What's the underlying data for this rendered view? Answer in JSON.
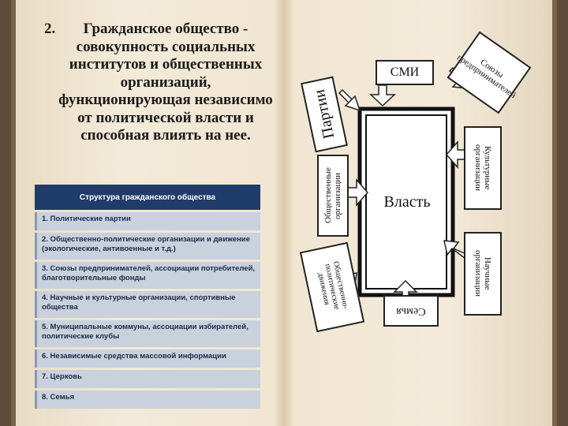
{
  "heading": {
    "number": "2.",
    "text": "Гражданское общество - совокупность социальных институтов и общественных организаций, функционирующая независимо от политической власти и способная влиять на нее."
  },
  "table": {
    "title": "Структура гражданского общества",
    "rows": [
      "1. Политические партии",
      "2. Общественно-политические организации и движение (экологические, антивоенные и т.д.)",
      "3. Союзы предпринимателей, ассоциации потребителей, благотворительные фонды",
      "4. Научные и культурные организации, спортивные общества",
      "5. Муниципальные коммуны, ассоциации избирателей, политические клубы",
      "6. Независимые средства массовой информации",
      "7. Церковь",
      "8. Семья"
    ]
  },
  "diagram": {
    "center": "Власть",
    "smi": "СМИ",
    "parties": "Партии",
    "unions": "Союзы предпринимателей",
    "culture": "Культурные организации",
    "science": "Научные организации",
    "family": "Семья",
    "public_orgs": "Общественные организации",
    "movements": "Общественно-политические движения"
  },
  "colors": {
    "table_header": "#1f3c6a",
    "table_row": "#c9d1dd",
    "background": "#5f4b39"
  }
}
